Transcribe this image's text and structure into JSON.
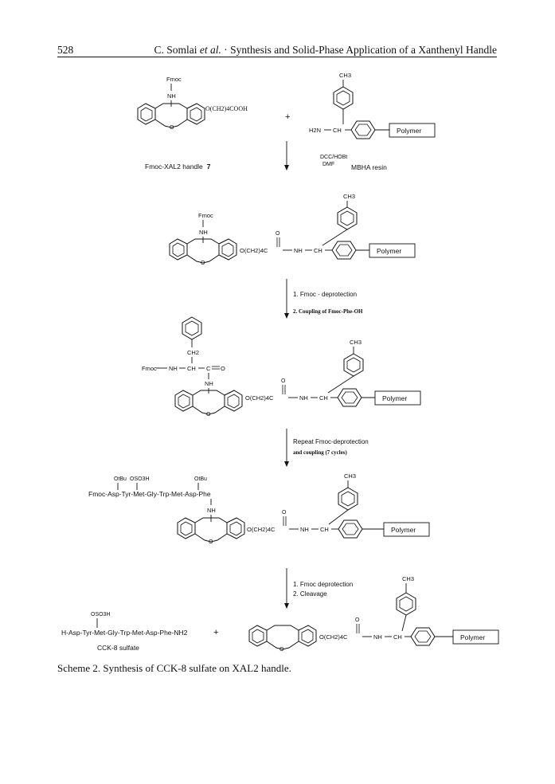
{
  "header": {
    "page_number": "528",
    "running_title_authors": "C. Somlai ",
    "running_title_etal": "et al.",
    "running_title_rest": " · Synthesis and Solid-Phase Application of a Xanthenyl Handle"
  },
  "scheme": {
    "step0": {
      "fmoc": "Fmoc",
      "nh": "NH",
      "acid": "O(CH2)4COOH",
      "plus": "+",
      "ch3": "CH3",
      "h2n": "H2N",
      "ch": "CH",
      "polymer": "Polymer",
      "handle_label": "Fmoc-XAL2  handle",
      "handle_number": "7",
      "resin_label": "MBHA resin",
      "reagent1": "DCC/HOBt",
      "reagent2": "DMF"
    },
    "step1": {
      "fmoc": "Fmoc",
      "nh": "NH",
      "ch3": "CH3",
      "oxo": "O",
      "linker": "O(CH2)4C",
      "nh_link": "NH",
      "ch": "CH",
      "polymer": "Polymer",
      "arrow_line1": "1. Fmoc - deprotection",
      "arrow_line2": "2. Coupling of Fmoc-Phe-OH"
    },
    "step2": {
      "ch2": "CH2",
      "fmoc_nh": "Fmoc",
      "nh": "NH",
      "ch": "CH",
      "c_eq_o": "C",
      "carbonyl_o": "O",
      "nh_below": "NH",
      "ch3": "CH3",
      "oxo": "O",
      "linker": "O(CH2)4C",
      "nh_link": "NH",
      "ch_link": "CH",
      "polymer": "Polymer",
      "arrow_line1": "Repeat Fmoc-deprotection",
      "arrow_line2": "and coupling (7 cycles)"
    },
    "step3": {
      "otbu1": "OtBu",
      "oso3h": "OSO3H",
      "otbu2": "OtBu",
      "peptide": "Fmoc-Asp-Tyr-Met-Gly-Trp-Met-Asp-Phe",
      "nh": "NH",
      "ch3": "CH3",
      "oxo": "O",
      "linker": "O(CH2)4C",
      "nh_link": "NH",
      "ch": "CH",
      "polymer": "Polymer",
      "arrow_line1": "1. Fmoc deprotection",
      "arrow_line2": "2. Cleavage"
    },
    "step4": {
      "oso3h": "OSO3H",
      "product": "H-Asp-Tyr-Met-Gly-Trp-Met-Asp-Phe-NH2",
      "plus": "+",
      "product_name": "CCK-8 sulfate",
      "ch3": "CH3",
      "oxo": "O",
      "linker": "O(CH2)4C",
      "nh_link": "NH",
      "ch": "CH",
      "polymer": "Polymer"
    }
  },
  "caption": {
    "text": "Scheme 2. Synthesis of CCK-8 sulfate on XAL2 handle."
  }
}
